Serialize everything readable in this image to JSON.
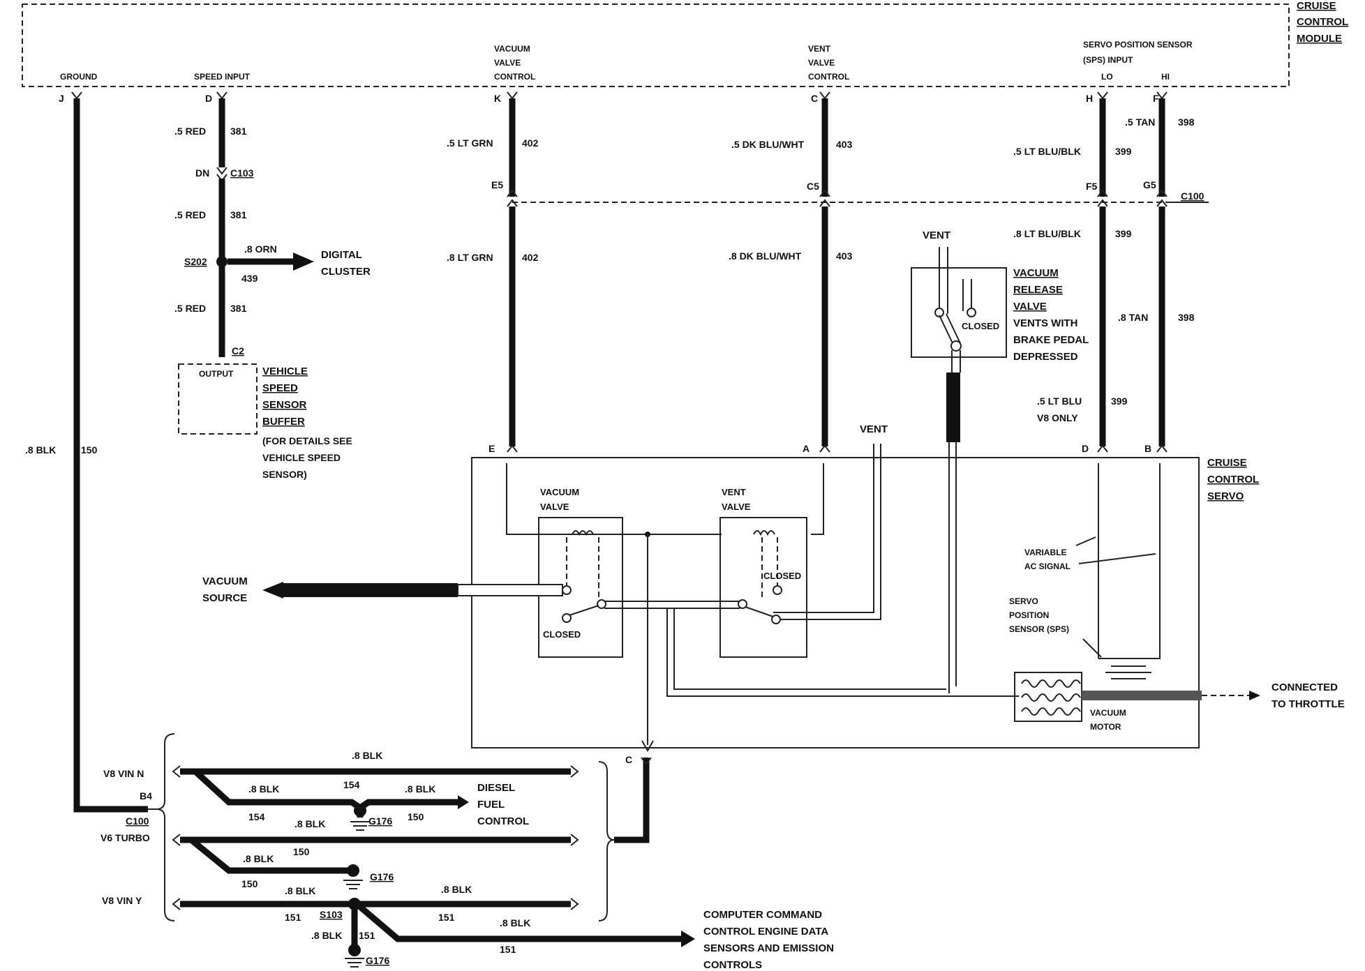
{
  "module": {
    "name_lines": [
      "CRUISE",
      "CONTROL",
      "MODULE"
    ],
    "pins": {
      "ground": "GROUND",
      "speed_input": "SPEED INPUT",
      "vacuum_valve_control": [
        "VACUUM",
        "VALVE",
        "CONTROL"
      ],
      "vent_valve_control": [
        "VENT",
        "VALVE",
        "CONTROL"
      ],
      "sps_input": [
        "SERVO POSITION SENSOR",
        "(SPS) INPUT"
      ],
      "lo": "LO",
      "hi": "HI"
    },
    "terminals": {
      "J": "J",
      "D": "D",
      "K": "K",
      "C": "C",
      "H": "H",
      "F": "F"
    }
  },
  "circuits": {
    "ground_wire": {
      "color": ".8 BLK",
      "num": "150"
    },
    "speed": {
      "upper": {
        "color": ".5 RED",
        "num": "381"
      },
      "connector_pin": "DN",
      "connector": "C103",
      "mid": {
        "color": ".5 RED",
        "num": "381"
      },
      "splice": "S202",
      "branch": {
        "color": ".8 ORN",
        "num": "439"
      },
      "digital_cluster": [
        "DIGITAL",
        "CLUSTER"
      ],
      "lower": {
        "color": ".5 RED",
        "num": "381"
      },
      "buffer_pin": "C2",
      "buffer_output": "OUTPUT",
      "buffer_name": [
        "VEHICLE",
        "SPEED",
        "SENSOR",
        "BUFFER"
      ],
      "buffer_note": [
        "(FOR DETAILS SEE",
        "VEHICLE SPEED",
        "SENSOR)"
      ]
    },
    "vacuum_ctl": {
      "upper": {
        "color": ".5 LT GRN",
        "num": "402"
      },
      "conn_pin": "E5",
      "lower": {
        "color": ".8 LT GRN",
        "num": "402"
      },
      "servo_pin": "E"
    },
    "vent_ctl": {
      "upper": {
        "color": ".5 DK BLU/WHT",
        "num": "403"
      },
      "conn_pin": "C5",
      "lower": {
        "color": ".8 DK BLU/WHT",
        "num": "403"
      },
      "servo_pin": "A"
    },
    "sps_lo": {
      "upper": {
        "color": ".5 LT BLU/BLK",
        "num": "399"
      },
      "conn_pin": "F5",
      "lower": {
        "color": ".8 LT BLU/BLK",
        "num": "399"
      },
      "v8": {
        "color": ".5 LT BLU",
        "num": "399"
      },
      "v8_note": "V8 ONLY",
      "servo_pin": "D"
    },
    "sps_hi": {
      "upper": {
        "color": ".5 TAN",
        "num": "398"
      },
      "conn_pin": "G5",
      "lower": {
        "color": ".8 TAN",
        "num": "398"
      },
      "servo_pin": "B"
    },
    "c100": "C100"
  },
  "release_valve": {
    "vent": "VENT",
    "closed": "CLOSED",
    "name": [
      "VACUUM",
      "RELEASE",
      "VALVE"
    ],
    "note": [
      "VENTS WITH",
      "BRAKE PEDAL",
      "DEPRESSED"
    ]
  },
  "servo": {
    "name": [
      "CRUISE",
      "CONTROL",
      "SERVO"
    ],
    "vent": "VENT",
    "vacuum_valve": [
      "VACUUM",
      "VALVE"
    ],
    "vent_valve": [
      "VENT",
      "VALVE"
    ],
    "closed_left": "CLOSED",
    "closed_right": "CLOSED",
    "vacuum_source": [
      "VACUUM",
      "SOURCE"
    ],
    "variable_signal": [
      "VARIABLE",
      "AC SIGNAL"
    ],
    "sps": [
      "SERVO",
      "POSITION",
      "SENSOR (SPS)"
    ],
    "vacuum_motor": [
      "VACUUM",
      "MOTOR"
    ],
    "throttle": [
      "CONNECTED",
      "TO THROTTLE"
    ],
    "ground_pin": "C"
  },
  "grounds": {
    "v8_vin_n": "V8 VIN N",
    "b4": "B4",
    "c100": "C100",
    "v6_turbo": "V6 TURBO",
    "v8_vin_y": "V8 VIN Y",
    "top_blk": ".8 BLK",
    "n_blk_left": ".8 BLK",
    "n_154_top": "154",
    "n_blk_right": ".8 BLK",
    "n_154_bottom": "154",
    "n_blk_mid": ".8 BLK",
    "n_150": "150",
    "g176_a": "G176",
    "diesel": [
      "DIESEL",
      "FUEL",
      "CONTROL"
    ],
    "t_blk": ".8 BLK",
    "t_150_top": "150",
    "t_150_bottom": "150",
    "g176_b": "G176",
    "y_blk_left": ".8 BLK",
    "y_blk_right": ".8 BLK",
    "y_151_left": "151",
    "s103": "S103",
    "y_151_right": "151",
    "y_blk_lower": ".8 BLK",
    "y_blk_down": ".8 BLK",
    "y_151_down": "151",
    "y_151_lower": "151",
    "g176_c": "G176",
    "computer": [
      "COMPUTER COMMAND",
      "CONTROL ENGINE DATA",
      "SENSORS AND EMISSION",
      "CONTROLS"
    ]
  }
}
